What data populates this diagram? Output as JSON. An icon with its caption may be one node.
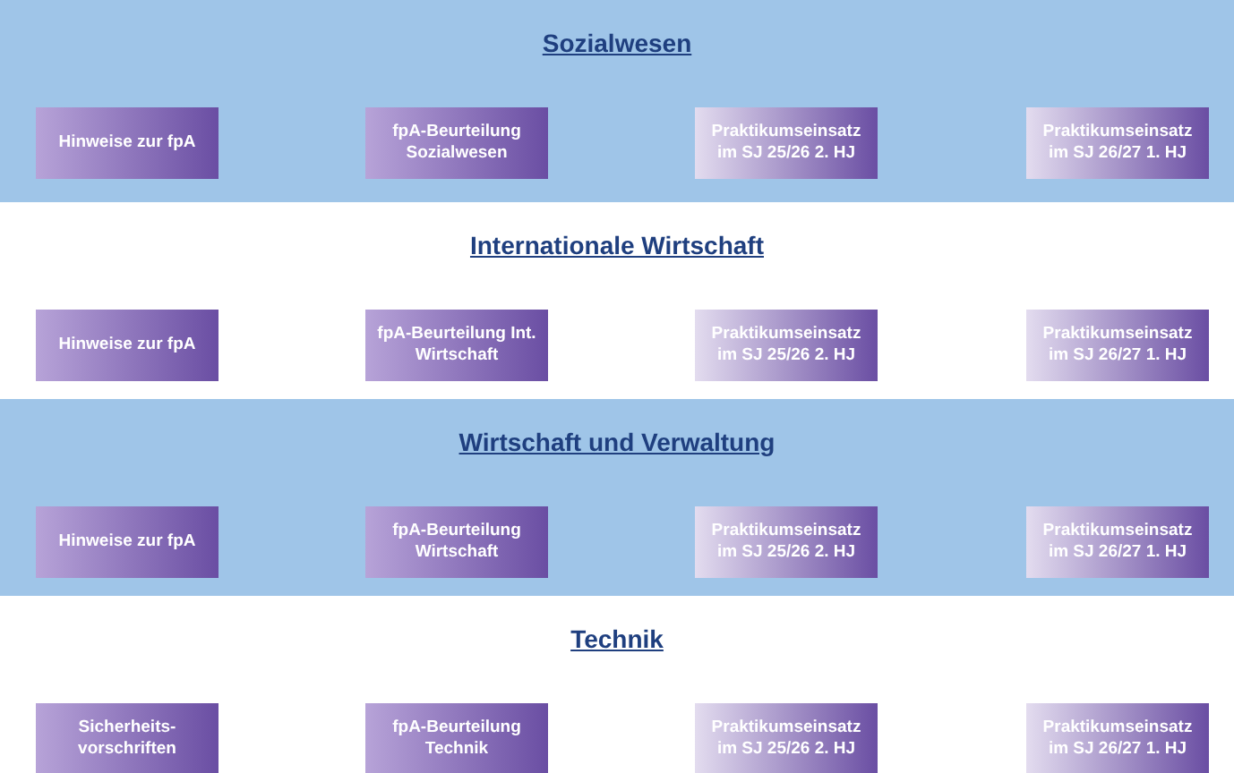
{
  "diagram": {
    "nodes": [
      {
        "text": [
          "Sozialwesen"
        ]
      },
      {
        "text": [
          "Hinweise zur fpA"
        ],
        "in": 0
      },
      {
        "text": [
          "fpA-Beurteilung Sozialwesen"
        ],
        "in": 0
      },
      {
        "text": [
          "Praktikumseinsatz im SJ 25/26 2. HJ"
        ],
        "in": 0
      },
      {
        "text": [
          "Praktikumseinsatz im SJ 26/27 1. HJ"
        ],
        "in": 0
      },
      {
        "text": [
          "Internationale Wirtschaft"
        ]
      },
      {
        "text": [
          "Hinweise zur fpA"
        ],
        "in": 5
      },
      {
        "text": [
          "fpA-Beurteilung Int. Wirtschaft"
        ],
        "in": 5
      },
      {
        "text": [
          "Praktikumseinsatz im SJ 25/26 2. HJ"
        ],
        "in": 5
      },
      {
        "text": [
          "Praktikumseinsatz im SJ 26/27 1. HJ"
        ],
        "in": 5
      },
      {
        "text": [
          "Wirtschaft und Verwaltung"
        ]
      },
      {
        "text": [
          "Hinweise zur fpA"
        ],
        "in": 10
      },
      {
        "text": [
          "fpA-Beurteilung Wirtschaft"
        ],
        "in": 10
      },
      {
        "text": [
          "Praktikumseinsatz im SJ 25/26 2. HJ"
        ],
        "in": 10
      },
      {
        "text": [
          "Praktikumseinsatz im SJ 26/27 1. HJ"
        ],
        "in": 10
      },
      {
        "text": [
          "Technik"
        ]
      },
      {
        "text": [
          "Sicherheits- vorschriften"
        ],
        "in": 15
      },
      {
        "text": [
          "fpA-Beurteilung Technik"
        ],
        "in": 15
      },
      {
        "text": [
          "Praktikumseinsatz im SJ 25/26 2. HJ"
        ],
        "in": 15
      },
      {
        "text": [
          "Praktikumseinsatz im SJ 26/27 1. HJ"
        ],
        "in": 15
      }
    ]
  }
}
